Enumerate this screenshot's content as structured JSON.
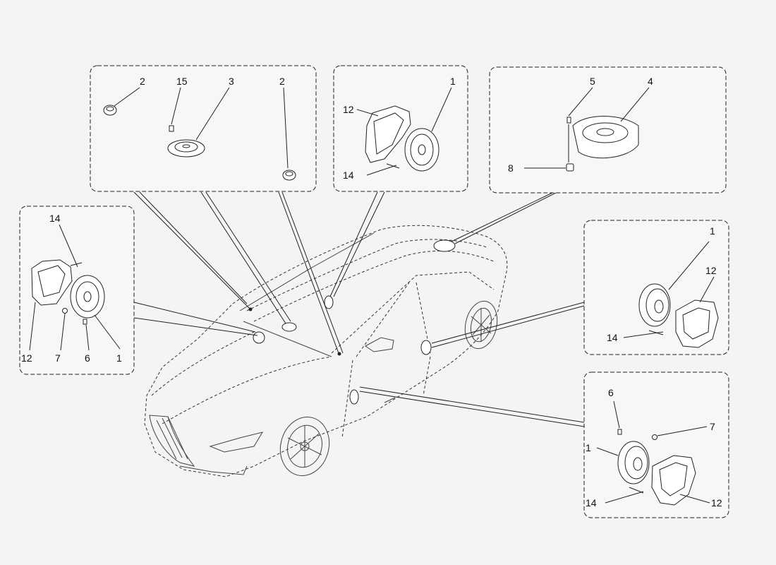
{
  "colors": {
    "background": "#f4f4f4",
    "ink": "#222222",
    "panel": "#f7f7f7"
  },
  "callouts": {
    "dash_2a": "2",
    "dash_15": "15",
    "dash_3": "3",
    "dash_2b": "2",
    "fdoor_1": "1",
    "fdoor_12": "12",
    "fdoor_14": "14",
    "shelf_5": "5",
    "shelf_4": "4",
    "shelf_8": "8",
    "left_14": "14",
    "left_12": "12",
    "left_7": "7",
    "left_6": "6",
    "left_1": "1",
    "rdoor_1": "1",
    "rdoor_12": "12",
    "rdoor_14": "14",
    "lower_6": "6",
    "lower_7": "7",
    "lower_1": "1",
    "lower_14": "14",
    "lower_12": "12"
  }
}
